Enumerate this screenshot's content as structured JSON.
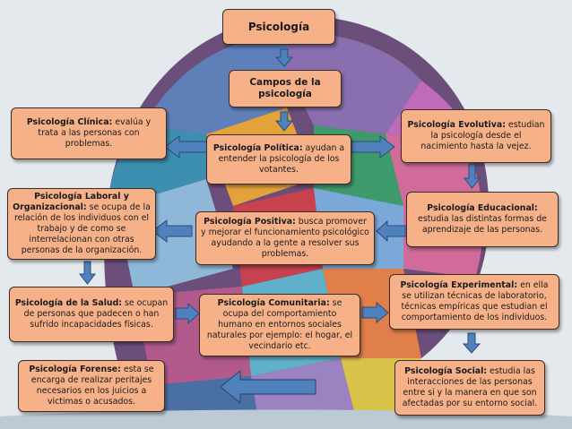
{
  "title": "Psicología",
  "subtitle": "Campos de la psicología",
  "fields": [
    {
      "id": "clinica",
      "name": "Psicología Clínica:",
      "desc": " evalúa y trata a las personas con problemas."
    },
    {
      "id": "politica",
      "name": "Psicología Política:",
      "desc": " ayudan a entender la psicología de los votantes."
    },
    {
      "id": "evolutiva",
      "name": "Psicología Evolutiva:",
      "desc": " estudian la psicología desde el nacimiento hasta la vejez."
    },
    {
      "id": "laboral",
      "name": "Psicología Laboral y Organizacional:",
      "desc": " se ocupa de la relación de los individuos con el trabajo y de como se interrelacionan con otras personas de la organización."
    },
    {
      "id": "positiva",
      "name": "Psicología Positiva:",
      "desc": " busca promover y mejorar el funcionamiento psicológico ayudando a la gente a resolver sus problemas."
    },
    {
      "id": "educacional",
      "name": "Psicología Educacional:",
      "desc": " estudia las distintas formas de aprendizaje de las personas."
    },
    {
      "id": "salud",
      "name": "Psicología de la Salud:",
      "desc": " se ocupan de personas que padecen o han sufrido incapacidades físicas."
    },
    {
      "id": "comunitaria",
      "name": "Psicología Comunitaria:",
      "desc": " se ocupa del comportamiento humano en entornos sociales naturales por ejemplo: el hogar, el vecindario etc."
    },
    {
      "id": "experimental",
      "name": "Psicología Experimental:",
      "desc": " en ella se utilizan técnicas de laboratorio, técnicas empíricas que estudian el comportamiento de los individuos."
    },
    {
      "id": "forense",
      "name": "Psicología Forense:",
      "desc": " esta se encarga de realizar peritajes necesarios en los juicios a victimas o acusados."
    },
    {
      "id": "social",
      "name": "Psicología Social:",
      "desc": " estudia las interacciones de las personas entre si y la manera en que son afectadas por su entorno social."
    }
  ],
  "colors": {
    "box_fill": "#f7b189",
    "box_border": "#3a2b24",
    "arrow_fill": "#4f81bd",
    "arrow_stroke": "#2c4d75"
  }
}
